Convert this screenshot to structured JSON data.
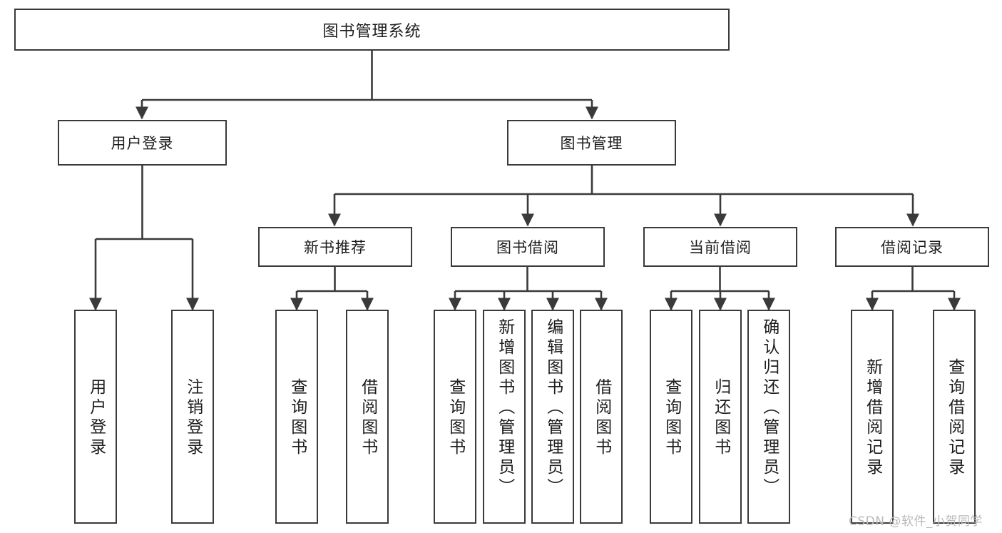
{
  "diagram": {
    "title": "图书管理系统",
    "watermark": "CSDN @软件_小贺同学",
    "style": {
      "box_border": "#3a3a3a",
      "box_fill": "#ffffff",
      "line": "#3a3a3a",
      "text": "#1d1d1d",
      "background": "#ffffff",
      "watermark_color": "#b9b9b9"
    },
    "root": {
      "label": "图书管理系统"
    },
    "level2": [
      {
        "id": "user-login",
        "label": "用户登录"
      },
      {
        "id": "book-manage",
        "label": "图书管理"
      }
    ],
    "level3": [
      {
        "id": "new-book-recommend",
        "label": "新书推荐"
      },
      {
        "id": "book-borrow",
        "label": "图书借阅"
      },
      {
        "id": "current-borrow",
        "label": "当前借阅"
      },
      {
        "id": "borrow-record",
        "label": "借阅记录"
      }
    ],
    "leaves": {
      "user-login": [
        {
          "id": "leaf-user-login",
          "label": "用户登录"
        },
        {
          "id": "leaf-logout",
          "label": "注销登录"
        }
      ],
      "new-book-recommend": [
        {
          "id": "leaf-query-book-1",
          "label": "查询图书"
        },
        {
          "id": "leaf-borrow-book-1",
          "label": "借阅图书"
        }
      ],
      "book-borrow": [
        {
          "id": "leaf-query-book-2",
          "label": "查询图书"
        },
        {
          "id": "leaf-add-book",
          "label": "新增图书（管理员）"
        },
        {
          "id": "leaf-edit-book",
          "label": "编辑图书（管理员）"
        },
        {
          "id": "leaf-borrow-book-2",
          "label": "借阅图书"
        }
      ],
      "current-borrow": [
        {
          "id": "leaf-query-book-3",
          "label": "查询图书"
        },
        {
          "id": "leaf-return-book",
          "label": "归还图书"
        },
        {
          "id": "leaf-confirm-return",
          "label": "确认归还（管理员）"
        }
      ],
      "borrow-record": [
        {
          "id": "leaf-add-record",
          "label": "新增借阅记录"
        },
        {
          "id": "leaf-query-record",
          "label": "查询借阅记录"
        }
      ]
    }
  }
}
